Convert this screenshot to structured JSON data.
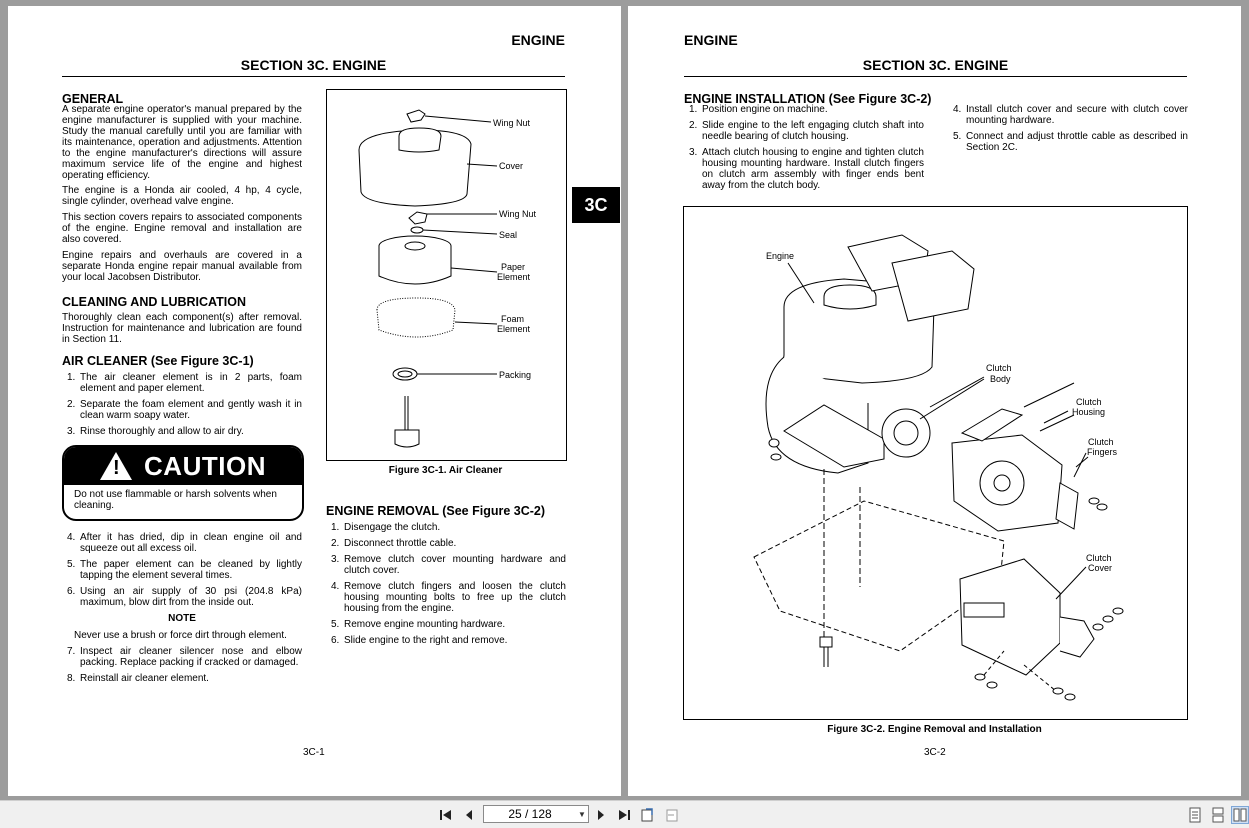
{
  "left_page": {
    "running_head": "ENGINE",
    "section_title": "SECTION 3C. ENGINE",
    "general_heading": "GENERAL",
    "general_p1": "A separate engine operator's manual prepared by the engine manufacturer is supplied with your machine. Study the manual carefully until you are familiar with its maintenance, operation and adjustments. Attention to the engine manufacturer's directions will assure maximum service life of the engine and highest operating efficiency.",
    "general_p2": "The engine is a Honda air cooled, 4 hp, 4 cycle, single cylinder, overhead valve engine.",
    "general_p3": "This section covers repairs to associated components of the engine. Engine removal and installation are also covered.",
    "general_p4": "Engine repairs and overhauls are covered in a separate Honda engine repair manual available from your local Jacobsen Distributor.",
    "cleaning_heading": "CLEANING AND LUBRICATION",
    "cleaning_p": "Thoroughly clean each component(s) after removal. Instruction for maintenance and lubrication are found in Section 11.",
    "air_heading": "AIR CLEANER (See Figure 3C-1)",
    "air_steps_a": [
      {
        "n": "1.",
        "t": "The air cleaner element is in 2 parts, foam element and paper element."
      },
      {
        "n": "2.",
        "t": "Separate the foam element and gently wash it in clean warm soapy water."
      },
      {
        "n": "3.",
        "t": "Rinse thoroughly and allow to air dry."
      }
    ],
    "caution_word": "CAUTION",
    "caution_text": "Do not use flammable or harsh solvents when cleaning.",
    "air_steps_b": [
      {
        "n": "4.",
        "t": "After it has dried, dip in clean engine oil and squeeze out all excess oil."
      },
      {
        "n": "5.",
        "t": "The paper element can be cleaned by lightly tapping the element several times."
      },
      {
        "n": "6.",
        "t": "Using an air supply of 30 psi (204.8 kPa) maximum, blow dirt from the inside out."
      }
    ],
    "note_heading": "NOTE",
    "note_text": "Never use a brush or force dirt through element.",
    "air_steps_c": [
      {
        "n": "7.",
        "t": "Inspect air cleaner silencer nose and elbow packing. Replace packing if cracked or damaged."
      },
      {
        "n": "8.",
        "t": "Reinstall air cleaner element."
      }
    ],
    "fig1_labels": {
      "wing_nut_top": "Wing Nut",
      "cover": "Cover",
      "wing_nut_mid": "Wing Nut",
      "seal": "Seal",
      "paper_1": "Paper",
      "paper_2": "Element",
      "foam_1": "Foam",
      "foam_2": "Element",
      "packing": "Packing"
    },
    "fig1_caption": "Figure 3C-1. Air Cleaner",
    "removal_heading": "ENGINE REMOVAL (See Figure 3C-2)",
    "removal_steps": [
      {
        "n": "1.",
        "t": "Disengage the clutch."
      },
      {
        "n": "2.",
        "t": "Disconnect throttle cable."
      },
      {
        "n": "3.",
        "t": "Remove clutch cover mounting hardware and clutch cover."
      },
      {
        "n": "4.",
        "t": "Remove clutch fingers and loosen the clutch housing mounting bolts to free up the clutch housing from the engine."
      },
      {
        "n": "5.",
        "t": "Remove engine mounting hardware."
      },
      {
        "n": "6.",
        "t": "Slide engine to the right and remove."
      }
    ],
    "page_number": "3C-1"
  },
  "tab_label": "3C",
  "right_page": {
    "running_head": "ENGINE",
    "section_title": "SECTION 3C. ENGINE",
    "install_heading": "ENGINE INSTALLATION (See Figure 3C-2)",
    "install_steps_left": [
      {
        "n": "1.",
        "t": "Position engine on machine."
      },
      {
        "n": "2.",
        "t": "Slide engine to the left engaging clutch shaft into needle bearing of clutch housing."
      },
      {
        "n": "3.",
        "t": "Attach clutch housing to engine and tighten clutch housing mounting hardware. Install clutch fingers on clutch arm assembly with finger ends bent away from the clutch body."
      }
    ],
    "install_steps_right": [
      {
        "n": "4.",
        "t": "Install clutch cover and secure with clutch cover mounting hardware."
      },
      {
        "n": "5.",
        "t": "Connect and adjust throttle cable as described in Section 2C."
      }
    ],
    "fig2_labels": {
      "engine": "Engine",
      "clutch_body_1": "Clutch",
      "clutch_body_2": "Body",
      "clutch_housing_1": "Clutch",
      "clutch_housing_2": "Housing",
      "clutch_fingers_1": "Clutch",
      "clutch_fingers_2": "Fingers",
      "clutch_cover_1": "Clutch",
      "clutch_cover_2": "Cover"
    },
    "fig2_caption": "Figure 3C-2. Engine Removal and Installation",
    "page_number": "3C-2"
  },
  "toolbar": {
    "page_indicator": "25 / 128",
    "icons": [
      "first-page-icon",
      "prev-page-icon",
      "next-page-icon",
      "last-page-icon",
      "go-back-icon",
      "go-forward-icon",
      "single-page-view-icon",
      "continuous-view-icon",
      "two-page-view-icon"
    ]
  }
}
